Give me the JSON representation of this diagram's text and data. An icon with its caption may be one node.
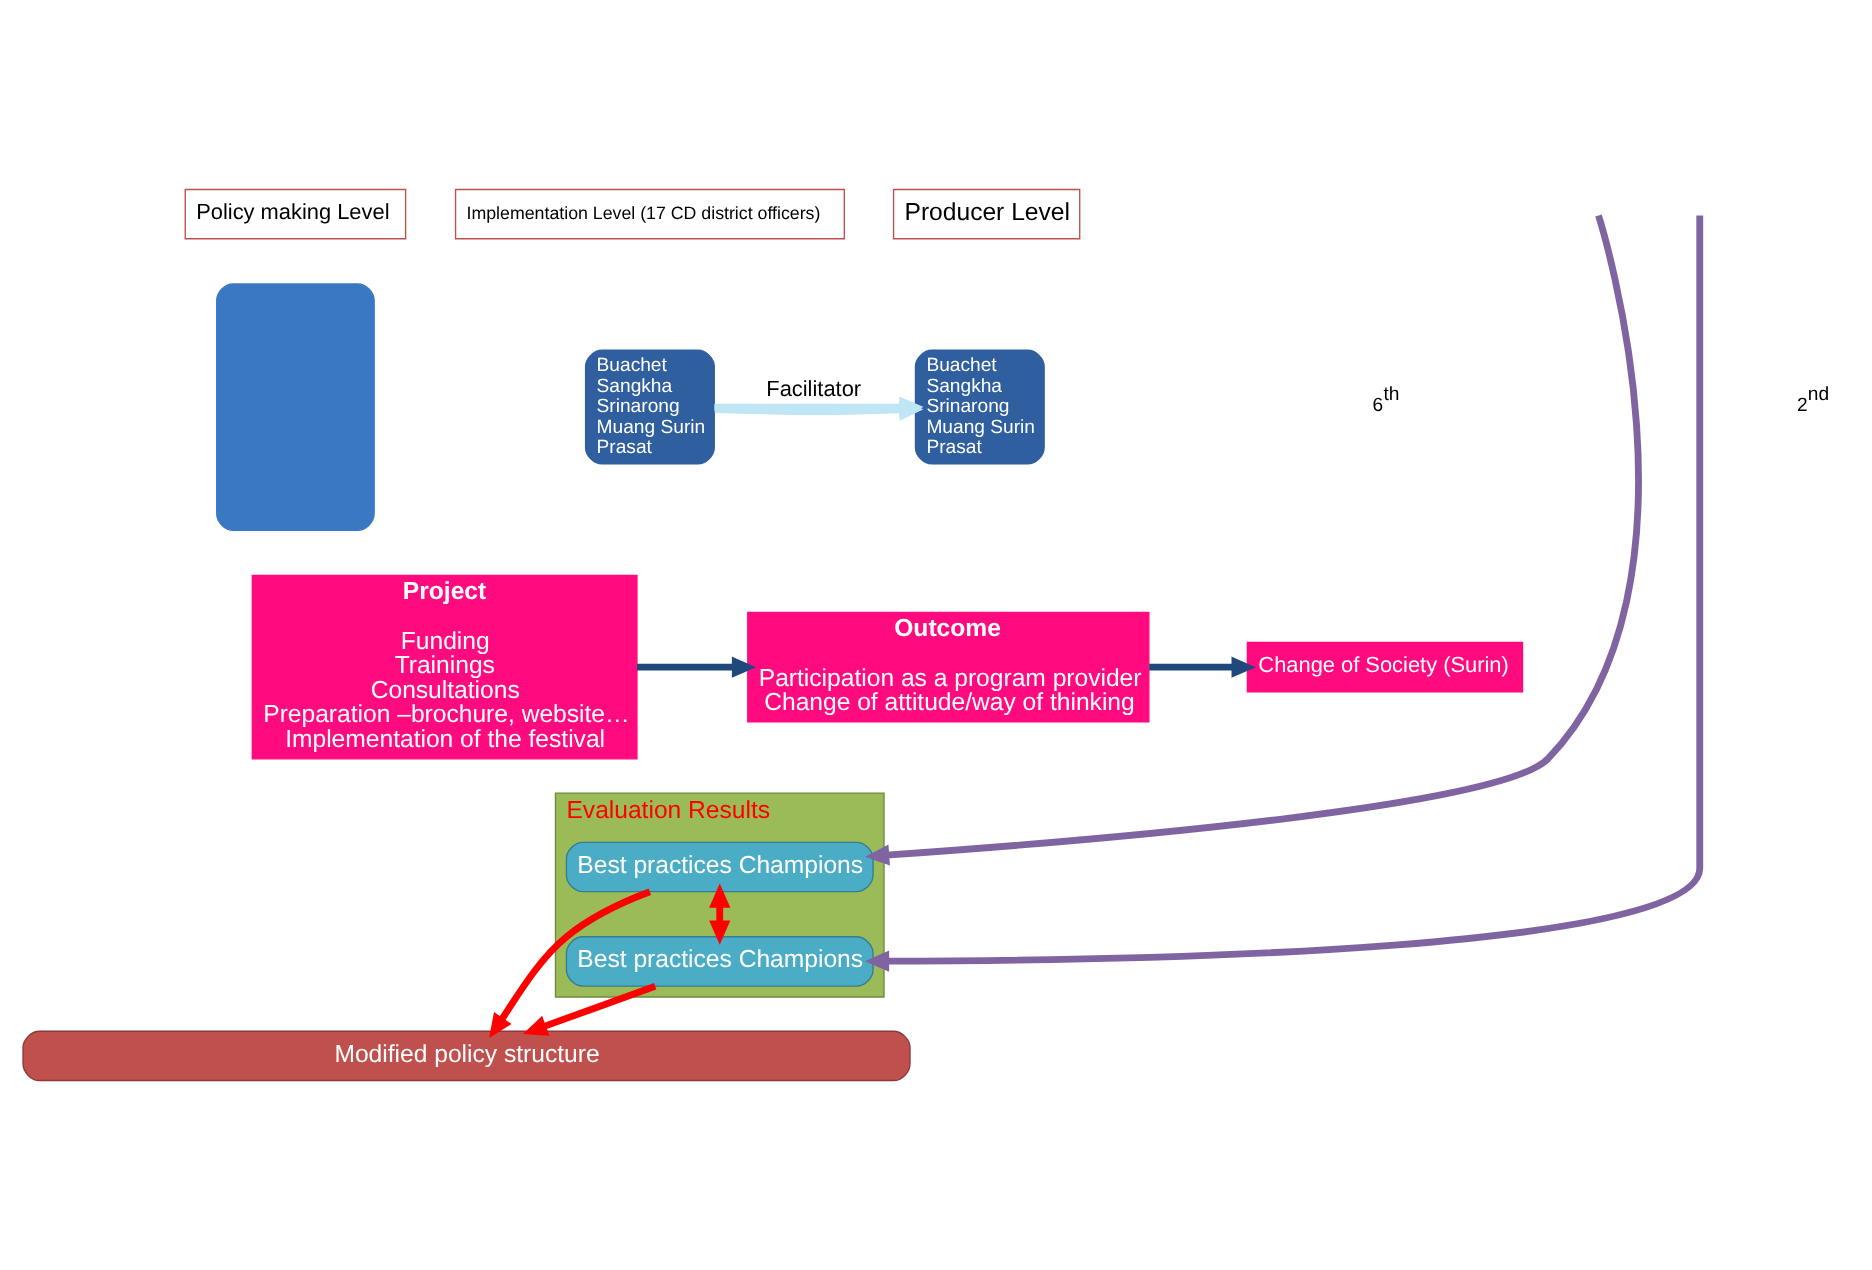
{
  "diagram": {
    "nodes": [
      {
        "text": [
          "Policy making Level"
        ]
      },
      {
        "text": [],
        "shape": "box"
      },
      {
        "text": [
          "Implementation Level (17 CD district officers)"
        ]
      },
      {
        "text": [
          "Buachet",
          "Sangkha",
          "Srinarong",
          "Muang Surin",
          "Prasat"
        ]
      },
      {
        "text": [
          "Producer Level"
        ]
      },
      {
        "text": [
          "Buachet",
          "Sangkha",
          "Srinarong",
          "Muang Surin",
          "Prasat"
        ]
      },
      {
        "text": [
          "Project",
          "Funding",
          "Trainings",
          "Consultations",
          "Preparation –brochure, website…",
          "Implementation of the festival"
        ]
      },
      {
        "text": [
          "Outcome",
          "Participation as a program provider",
          "Change of attitude/way of thinking"
        ]
      },
      {
        "text": [
          "Change of Society (Surin)"
        ]
      },
      {
        "text": [
          "Evaluation Results"
        ]
      },
      {
        "text": [
          "Best practices Champions"
        ],
        "in": 9
      },
      {
        "text": [
          "Best practices Champions"
        ],
        "in": 9
      },
      {
        "text": [
          "Modified policy structure"
        ]
      }
    ],
    "edges": [
      {
        "from": 3,
        "to": 5,
        "arrow": "to",
        "label": "Facilitator",
        "color": "#bfe6f4"
      },
      {
        "from": 3,
        "to": 5,
        "arrow": "to",
        "color": "#bfe6f4"
      },
      {
        "from": 6,
        "to": 7,
        "arrow": "to",
        "color": "#1f497d"
      },
      {
        "from": 7,
        "to": 8,
        "arrow": "to",
        "color": "#1f497d"
      },
      {
        "from": null,
        "to": 10,
        "arrow": "to",
        "color": "#8064a2"
      },
      {
        "from": null,
        "to": 11,
        "arrow": "to",
        "color": "#8064a2"
      },
      {
        "from": 10,
        "to": 11,
        "arrow": "both",
        "color": "#ff0000"
      },
      {
        "from": 10,
        "to": 12,
        "arrow": "to",
        "color": "#ff0000"
      },
      {
        "from": 11,
        "to": 12,
        "arrow": "to",
        "color": "#ff0000"
      }
    ],
    "labels": [
      "2$^{nd}$",
      "6$^{th}$"
    ]
  }
}
